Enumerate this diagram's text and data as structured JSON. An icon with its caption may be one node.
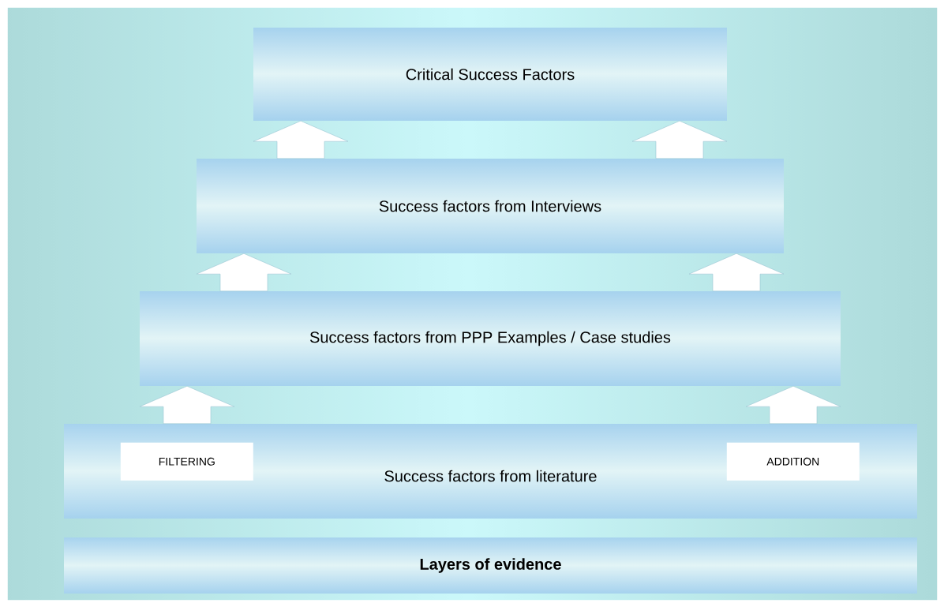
{
  "diagram": {
    "nodes": [
      {
        "text": [
          "Critical Success Factors"
        ]
      },
      {
        "text": [
          "Success factors from Interviews"
        ]
      },
      {
        "text": [
          "Success factors from PPP Examples / Case studies"
        ]
      },
      {
        "text": [
          "Success factors from literature"
        ]
      },
      {
        "text": [
          "Layers of evidence"
        ]
      },
      {
        "text": [
          "FILTERING"
        ],
        "in": 3
      },
      {
        "text": [
          "ADDITION"
        ],
        "in": 3
      }
    ],
    "edges": [
      {
        "from": 3,
        "to": 2,
        "arrow": "to"
      },
      {
        "from": 3,
        "to": 2,
        "arrow": "to"
      },
      {
        "from": 2,
        "to": 1,
        "arrow": "to"
      },
      {
        "from": 2,
        "to": 1,
        "arrow": "to"
      },
      {
        "from": 1,
        "to": 0,
        "arrow": "to"
      },
      {
        "from": 1,
        "to": 0,
        "arrow": "to"
      }
    ]
  }
}
